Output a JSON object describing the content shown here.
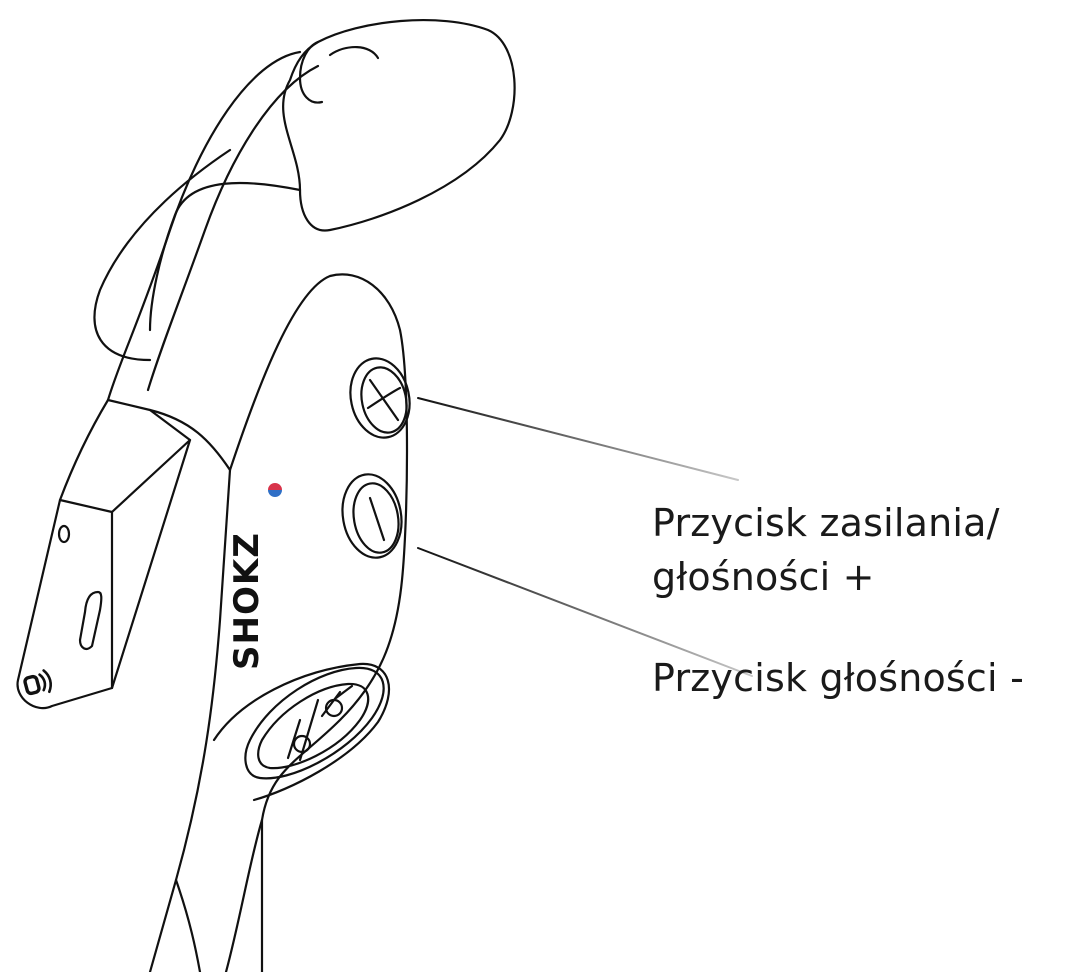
{
  "diagram": {
    "brand_logo": "SHOKZ",
    "labels": {
      "power_volume_up_line1": "Przycisk zasilania/",
      "power_volume_up_line2": "głośności +",
      "volume_down": "Przycisk głośności -"
    },
    "colors": {
      "outline": "#111111",
      "led_top": "#d8334a",
      "led_bottom": "#2f6fc6",
      "background": "#ffffff"
    },
    "icons": [
      "plus-icon",
      "minus-icon",
      "bone-conduction-icon",
      "multifunction-button-icon"
    ]
  }
}
